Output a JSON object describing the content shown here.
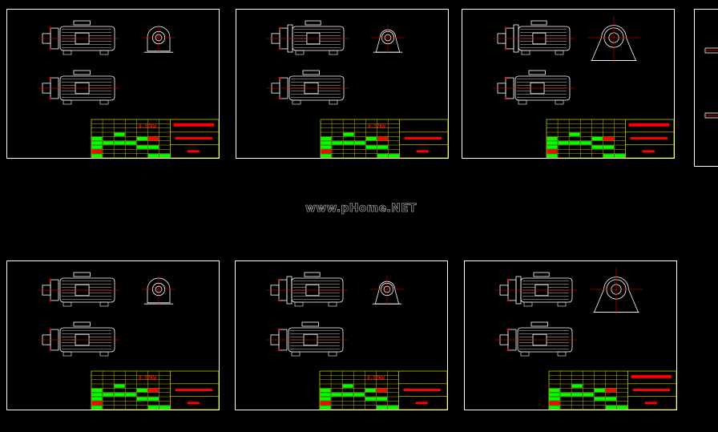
{
  "colors": {
    "background": "#000000",
    "line": "#ffffff",
    "grid": "#ffff00",
    "highlight": "#ff0000",
    "fill_green": "#00ff00",
    "center": "#ff0000"
  },
  "watermark": "www.pHome.NET",
  "sheets": [
    {
      "id": "sheet-1",
      "power_label": "0.37KW",
      "base": "small",
      "top_motor": "plain",
      "title_red": true
    },
    {
      "id": "sheet-2",
      "power_label": "0.37KW",
      "base": "arch",
      "top_motor": "flange",
      "title_red": false
    },
    {
      "id": "sheet-3",
      "power_label": "",
      "base": "arch-large",
      "top_motor": "flange",
      "title_red": true
    },
    {
      "id": "sheet-4",
      "power_label": "0.37KW",
      "base": "small",
      "top_motor": "plain",
      "title_red": false
    },
    {
      "id": "sheet-5",
      "power_label": "0.37KW",
      "base": "arch",
      "top_motor": "flange",
      "title_red": false
    },
    {
      "id": "sheet-6",
      "power_label": "",
      "base": "arch-large",
      "top_motor": "flange",
      "title_red": true
    },
    {
      "id": "sheet-7-partial",
      "power_label": "",
      "base": "none",
      "top_motor": "none",
      "title_red": false
    }
  ]
}
